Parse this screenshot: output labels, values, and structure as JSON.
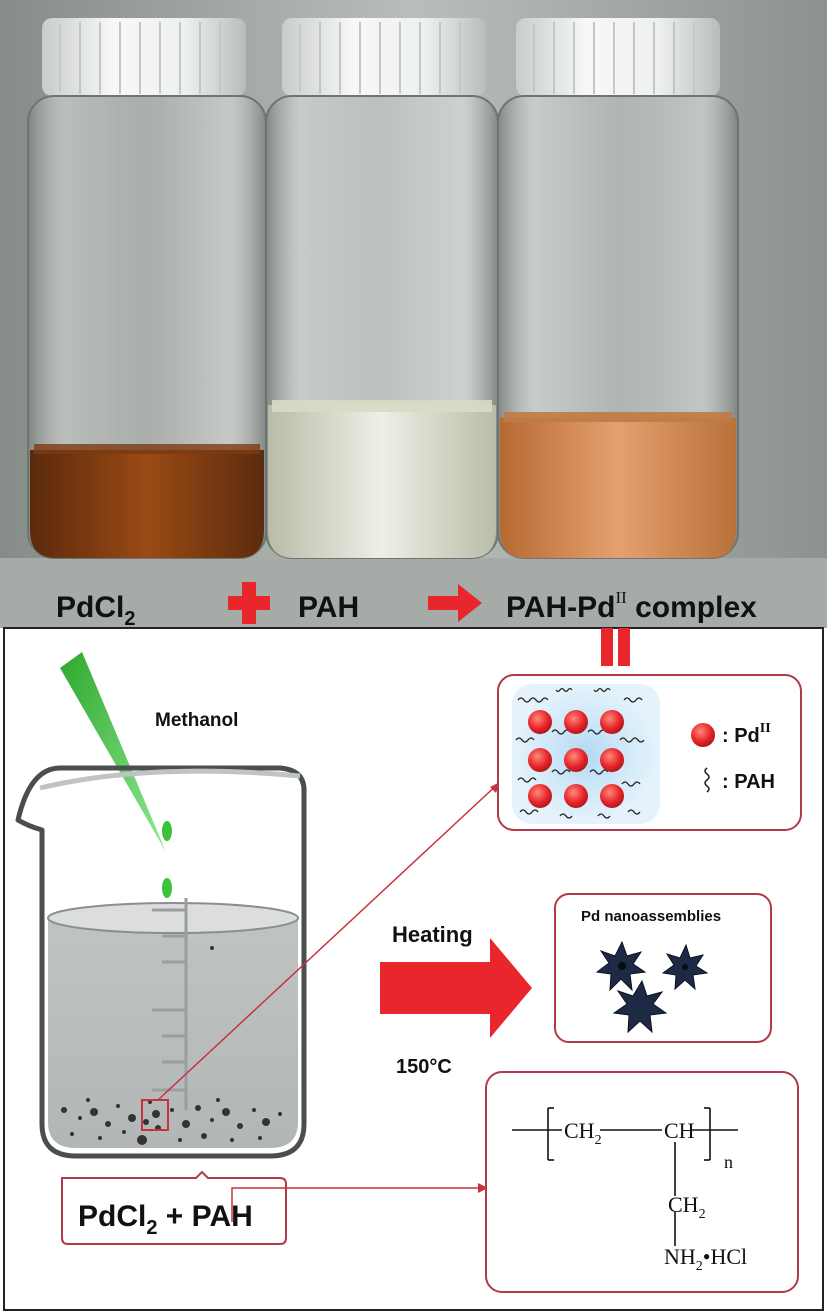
{
  "photo": {
    "vial_labels": {
      "pdcl2": "PdCl",
      "pdcl2_sub": "2",
      "pah": "PAH",
      "complex_prefix": "PAH-Pd",
      "complex_sup": "II",
      "complex_suffix": " complex"
    }
  },
  "scheme": {
    "methanol_label": "Methanol",
    "heating_label": "Heating",
    "temperature_label": "150°C",
    "mixture": {
      "part1": "PdCl",
      "sub": "2",
      "part2": " + PAH"
    },
    "complex_legend": {
      "pd_label": ": Pd",
      "pd_sup": "II",
      "pah_label": ": PAH"
    },
    "nanoassembly_label": "Pd nanoassemblies",
    "structure": {
      "ch2_main": "CH",
      "ch2_main_sub": "2",
      "ch": "CH",
      "n": "n",
      "ch2_side": "CH",
      "ch2_side_sub": "2",
      "nh2_hcl_prefix": "NH",
      "nh2_sub": "2",
      "nh2_hcl_suffix": "•HCl"
    }
  },
  "colors": {
    "arrow_red": "#e8262c",
    "outline_red": "#c8323a",
    "pd_sphere": "#e8262c",
    "star_dark": "#1e2a44",
    "methanol_green": "#3cc23c",
    "photo_bg": "#9aa09a"
  }
}
